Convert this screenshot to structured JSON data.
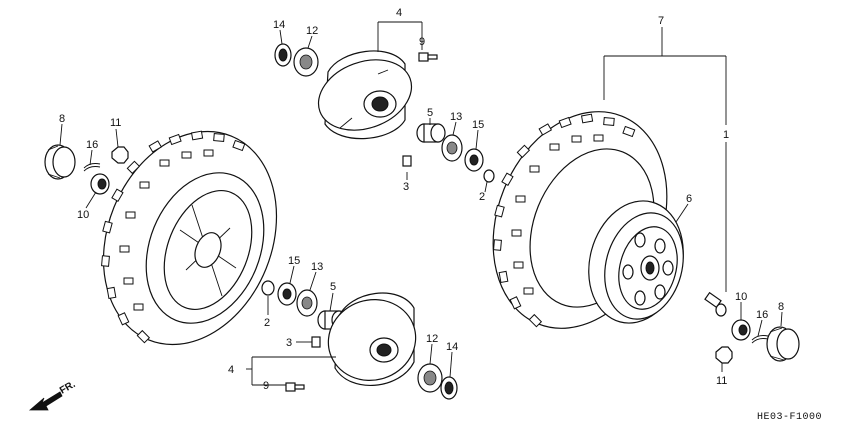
{
  "diagram_code": "HE03-F1000",
  "direction_label": "FR.",
  "callouts": {
    "left_wheel": [
      "8",
      "11",
      "16",
      "10"
    ],
    "upper_hub": [
      "14",
      "12",
      "4",
      "9",
      "5",
      "13",
      "15",
      "3",
      "2"
    ],
    "lower_hub": [
      "15",
      "13",
      "5",
      "2",
      "3",
      "4",
      "9",
      "12",
      "14"
    ],
    "right_wheel": [
      "7",
      "1",
      "6",
      "10",
      "8",
      "16",
      "11"
    ]
  },
  "colors": {
    "ink": "#111111",
    "paper": "#ffffff",
    "shade": "#888888"
  }
}
